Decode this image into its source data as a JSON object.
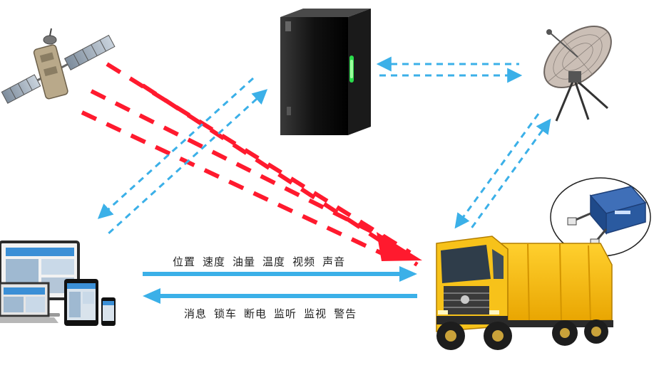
{
  "nodes": {
    "satellite": "satellite-icon",
    "server": "server-icon",
    "dish": "satellite-dish-icon",
    "devices": "multi-device-icon",
    "truck": "dump-truck-icon",
    "terminal": "vehicle-terminal-device-icon"
  },
  "flows": {
    "uplink": {
      "items": [
        "位置",
        "速度",
        "油量",
        "温度",
        "视频",
        "声音"
      ]
    },
    "downlink": {
      "items": [
        "消息",
        "锁车",
        "断电",
        "监听",
        "监视",
        "警告"
      ]
    }
  },
  "colors": {
    "gps_signal": "#ff1a2e",
    "data_link": "#3bb0e8",
    "truck_body": "#f5b800",
    "truck_cab": "#f7c21a"
  }
}
